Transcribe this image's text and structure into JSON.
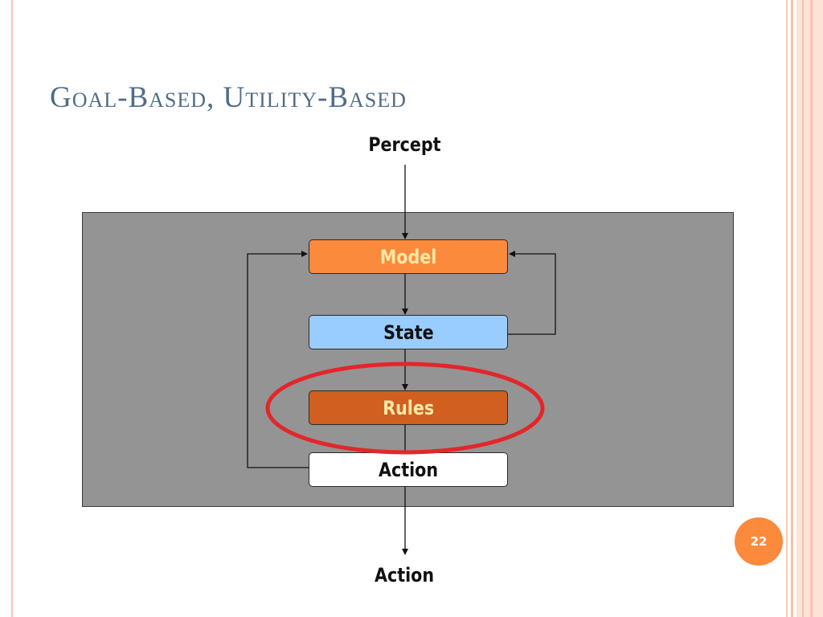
{
  "slide": {
    "title": "Goal-Based, Utility-Based",
    "page_number": "22"
  },
  "diagram": {
    "input_label": "Percept",
    "output_label": "Action",
    "nodes": {
      "model": "Model",
      "state": "State",
      "rules": "Rules",
      "action": "Action"
    },
    "highlight": "rules"
  },
  "colors": {
    "title": "#4f6c88",
    "agent_box": "#949494",
    "model_fill": "#fb8a3c",
    "state_fill": "#99ccff",
    "rules_fill": "#d05f20",
    "action_fill": "#ffffff",
    "highlight_ellipse": "#e3262a",
    "accent_badge": "#fb8a3c",
    "accent_text": "#fde9a6"
  }
}
